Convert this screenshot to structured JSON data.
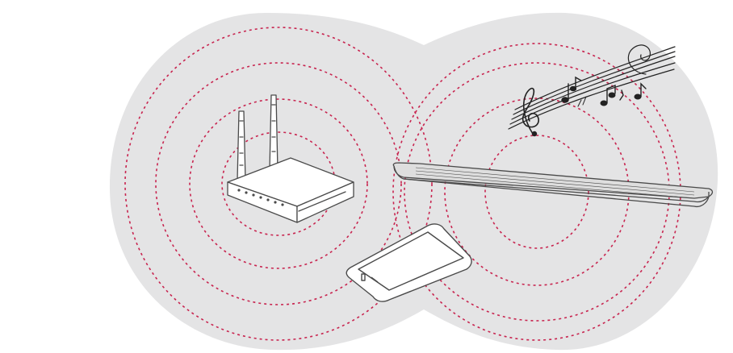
{
  "diagram": {
    "colors": {
      "background": "#ffffff",
      "coverage_blob": "#e4e4e5",
      "signal_rings": "#c8244f",
      "device_fill": "#ffffff",
      "device_stroke": "#4a4a4a",
      "soundbar_top": "#dedede",
      "music_notes": "#222222"
    },
    "nodes": [
      {
        "id": "wifi-router",
        "icon": "router-icon"
      },
      {
        "id": "smartphone",
        "icon": "smartphone-icon"
      },
      {
        "id": "soundbar",
        "icon": "soundbar-icon"
      },
      {
        "id": "music",
        "icon": "music-notes-icon"
      }
    ],
    "signal_groups": [
      {
        "source": "wifi-router",
        "rings": 4
      },
      {
        "source": "soundbar",
        "rings": 4
      }
    ]
  }
}
